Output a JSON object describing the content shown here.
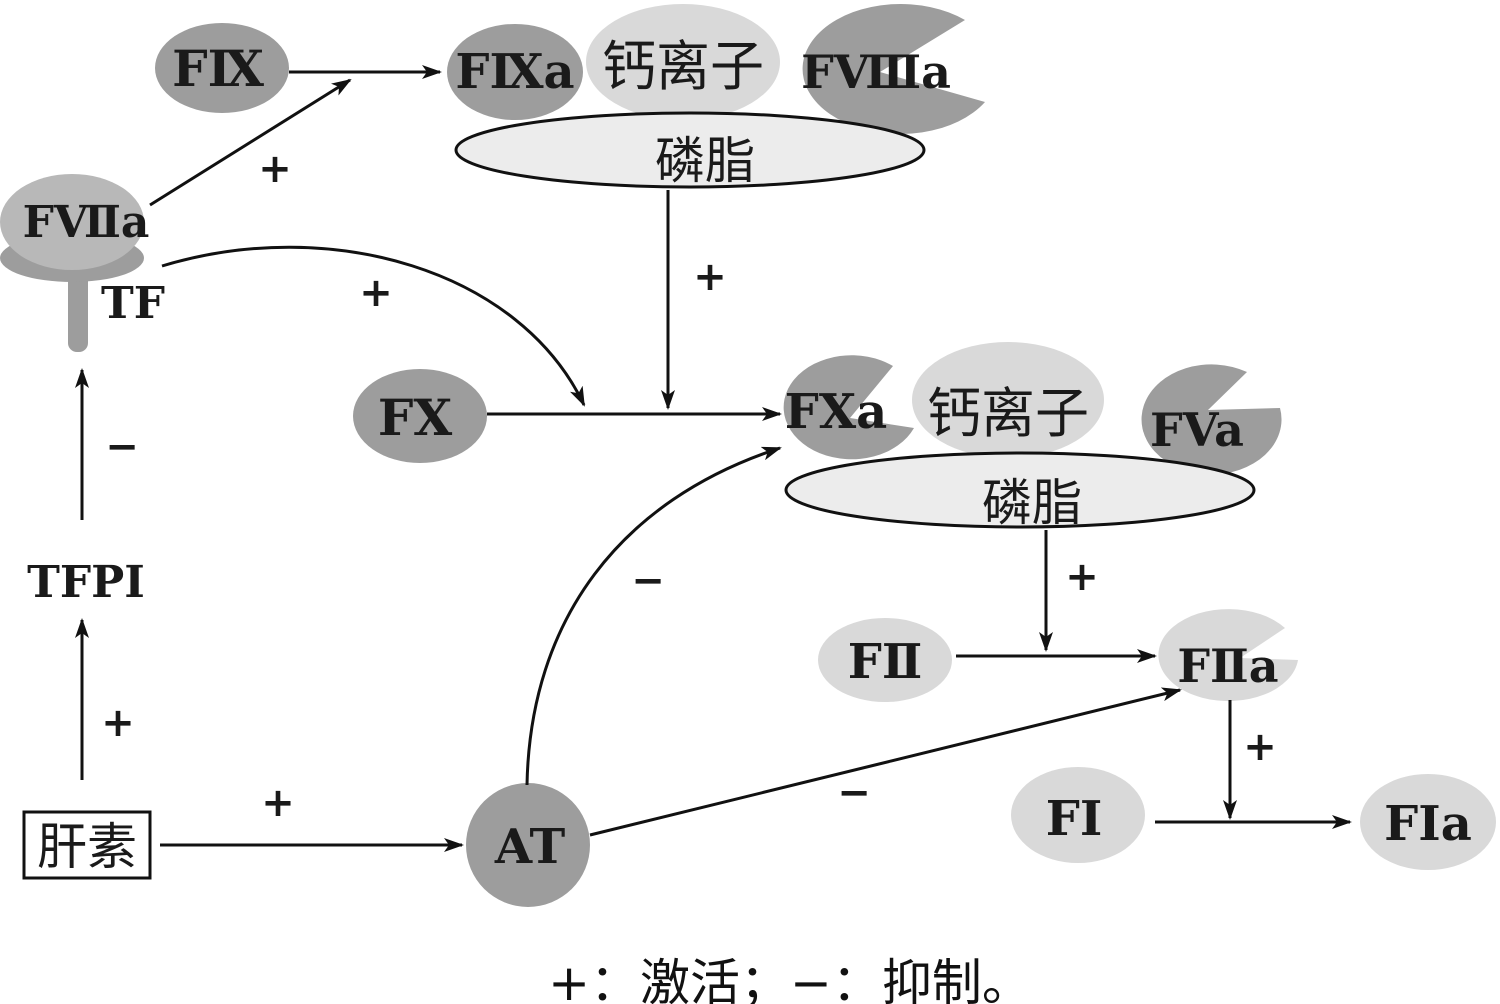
{
  "nodes": {
    "f9": "FⅨ",
    "f9a": "FⅨa",
    "ca_top": "钙离子",
    "f8a": "FⅧa",
    "phospholipid_top": "磷脂",
    "f7a": "FⅦa",
    "tf": "TF",
    "tfpi": "TFPI",
    "heparin": "肝素",
    "fx": "FX",
    "fxa": "FXa",
    "ca_mid": "钙离子",
    "fva": "FVa",
    "phospholipid_mid": "磷脂",
    "at": "AT",
    "f2": "FⅡ",
    "f2a": "FⅡa",
    "f1": "FⅠ",
    "f1a": "FⅠa"
  },
  "signs": {
    "f7a_to_f9": "+",
    "tf_to_fx": "+",
    "top_complex_to_fx": "+",
    "tfpi_to_tf": "−",
    "heparin_to_tfpi": "+",
    "heparin_to_at": "+",
    "at_to_fxa": "−",
    "at_to_f2a": "−",
    "mid_complex_to_f2": "+",
    "f2a_to_f1": "+"
  },
  "legend": "+：激活；−：抑制。",
  "colors": {
    "dark_gray": "#9d9d9d",
    "mid_gray": "#b8b8b8",
    "light_gray": "#d9d9d9",
    "lipid_fill": "#ececec",
    "line": "#111111"
  }
}
